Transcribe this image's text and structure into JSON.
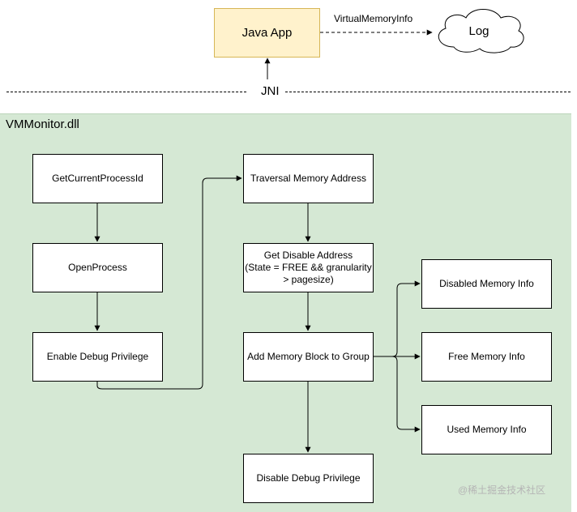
{
  "top": {
    "java_app": "Java App",
    "edge_label": "VirtualMemoryInfo",
    "log": "Log",
    "jni": "JNI"
  },
  "region": {
    "label": "VMMonitor.dll"
  },
  "nodes": {
    "get_current_process_id": "GetCurrentProcessId",
    "open_process": "OpenProcess",
    "enable_debug_privilege": "Enable Debug Privilege",
    "traversal_memory_address": "Traversal Memory Address",
    "get_disable_address_line1": "Get Disable Address",
    "get_disable_address_line2": "(State = FREE && granularity",
    "get_disable_address_line3": "> pagesize)",
    "add_memory_block": "Add Memory Block to Group",
    "disable_debug_privilege": "Disable Debug Privilege",
    "disabled_memory_info": "Disabled Memory Info",
    "free_memory_info": "Free Memory Info",
    "used_memory_info": "Used Memory Info"
  },
  "watermark": "@稀土掘金技术社区",
  "colors": {
    "region_fill": "#d5e8d4",
    "java_fill": "#fff2cc",
    "java_stroke": "#d6b656"
  }
}
